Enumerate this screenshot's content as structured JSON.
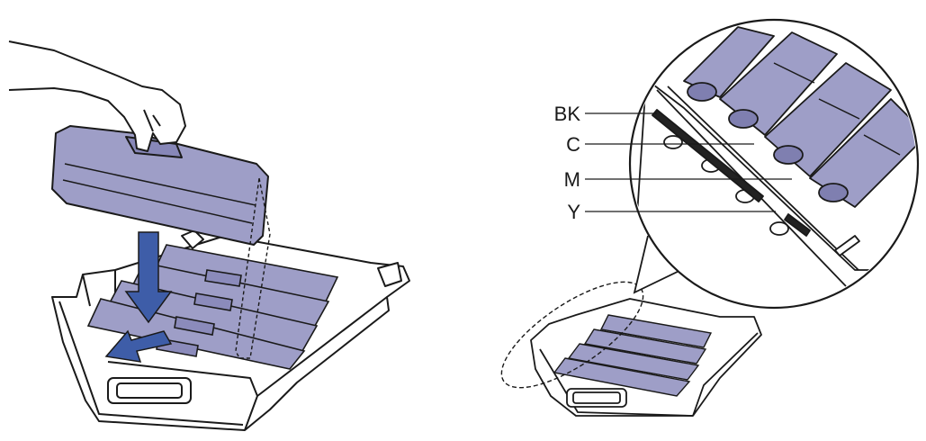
{
  "labels": {
    "black": "BK",
    "cyan": "C",
    "magenta": "M",
    "yellow": "Y"
  },
  "colors": {
    "cartridge": "#9e9ec7",
    "cartridge_dark": "#7f7fb0",
    "arrow": "#3e5da8",
    "outline": "#1a1a1a",
    "background": "#ffffff"
  }
}
